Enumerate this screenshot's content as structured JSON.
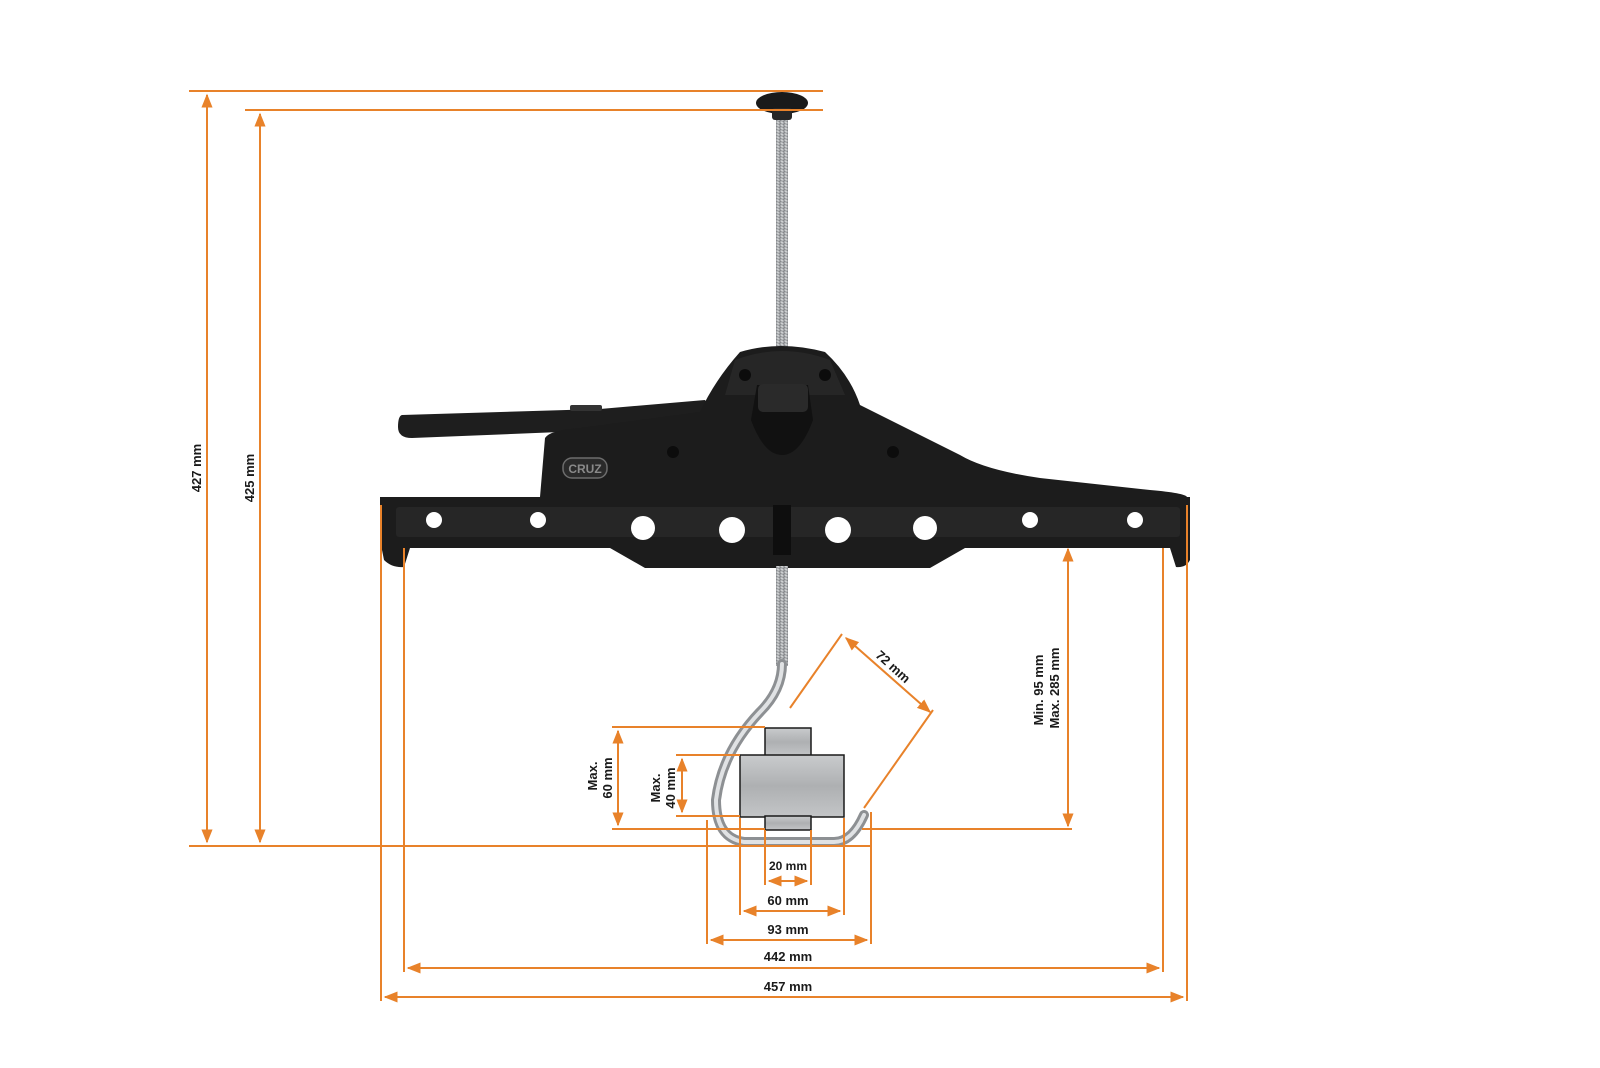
{
  "brand": {
    "logo_text": "CRUZ"
  },
  "colors": {
    "dimension": "#e8822a",
    "bracket": "#1c1c1c",
    "bracket_shade": "#2b2b2b",
    "metal": "#b9bcbf",
    "block": "#b4b6b8",
    "background": "#ffffff"
  },
  "dimensions": {
    "total_height": "427 mm",
    "rod_height": "425 mm",
    "clamp_range_min": "Min. 95 mm",
    "clamp_range_max": "Max. 285 mm",
    "hook_diagonal": "72 mm",
    "outer_height_max": "Max.",
    "outer_height_value": "60 mm",
    "inner_height_max": "Max.",
    "inner_height_value": "40 mm",
    "inner_width": "20 mm",
    "block_width": "60 mm",
    "hook_width": "93 mm",
    "inner_span": "442 mm",
    "total_width": "457 mm"
  }
}
